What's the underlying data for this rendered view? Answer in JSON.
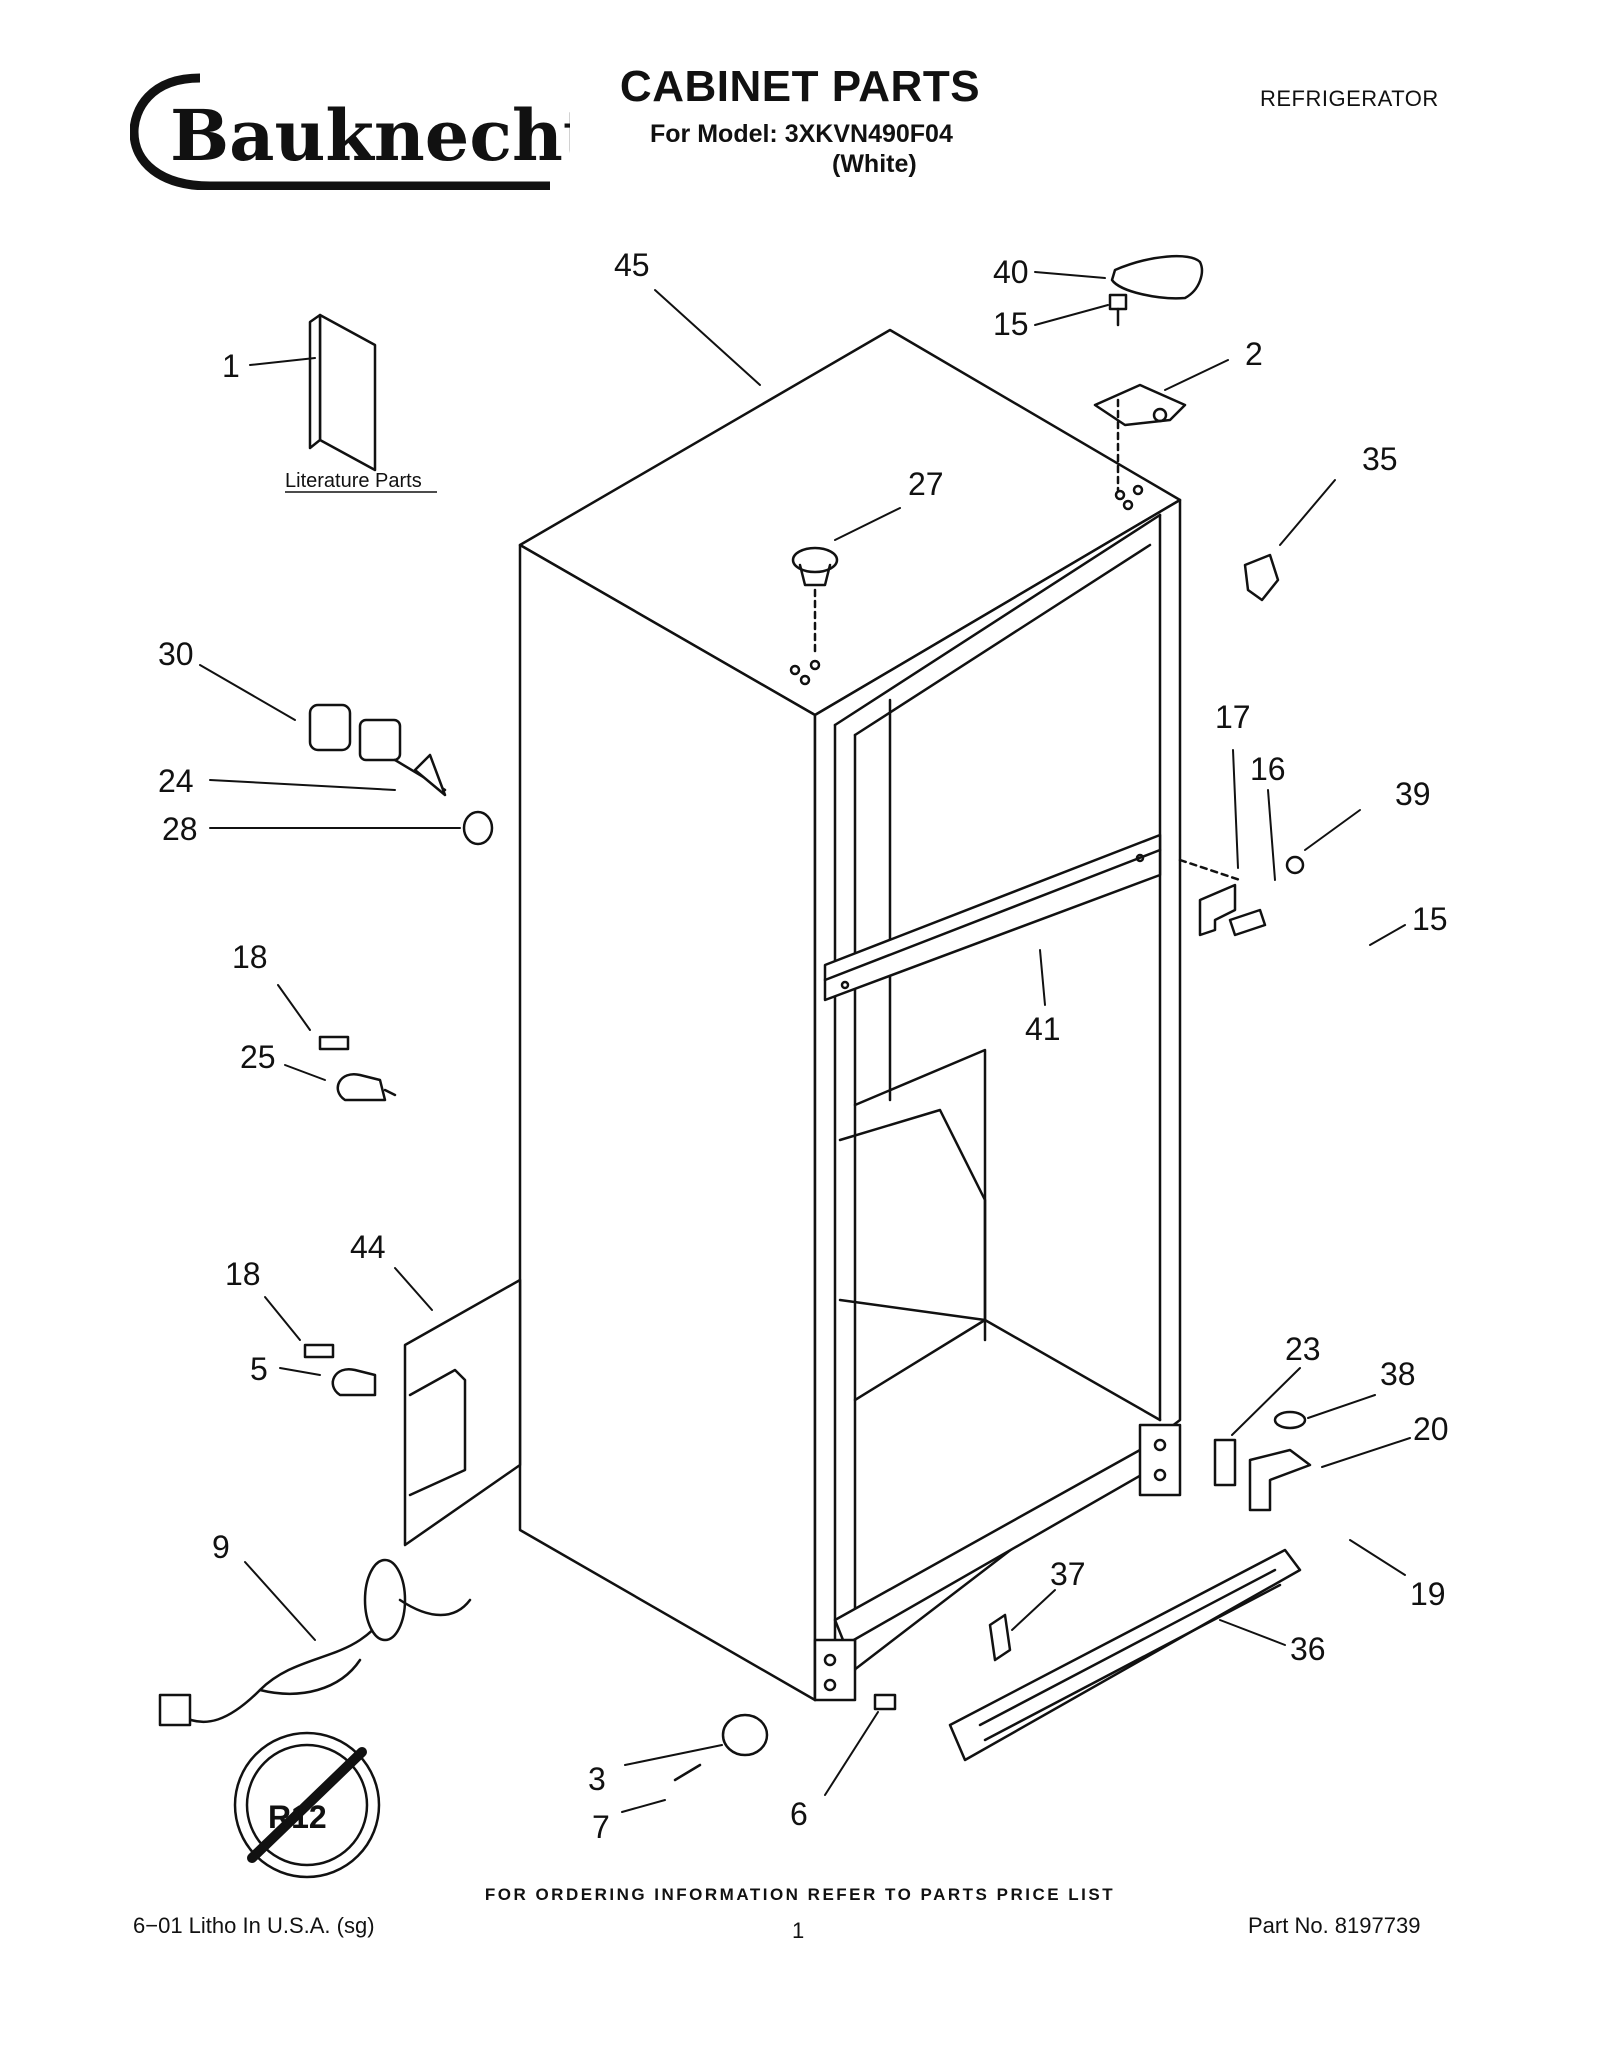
{
  "brand": "Bauknecht",
  "header": {
    "title": "CABINET PARTS",
    "model_line": "For Model: 3XKVN490F04",
    "color_line": "(White)",
    "appliance": "REFRIGERATOR"
  },
  "diagram": {
    "literature_label": "Literature Parts",
    "no_r12_mark": "R12",
    "callouts": [
      "1",
      "45",
      "40",
      "15",
      "2",
      "35",
      "27",
      "30",
      "24",
      "28",
      "17",
      "16",
      "39",
      "15",
      "41",
      "18",
      "25",
      "18",
      "44",
      "5",
      "23",
      "38",
      "20",
      "19",
      "9",
      "37",
      "36",
      "3",
      "7",
      "6"
    ]
  },
  "footer": {
    "ordering_note": "FOR ORDERING INFORMATION REFER TO PARTS PRICE LIST",
    "litho": "6−01 Litho In U.S.A. (sg)",
    "page_number": "1",
    "part_number": "Part No. 8197739"
  }
}
